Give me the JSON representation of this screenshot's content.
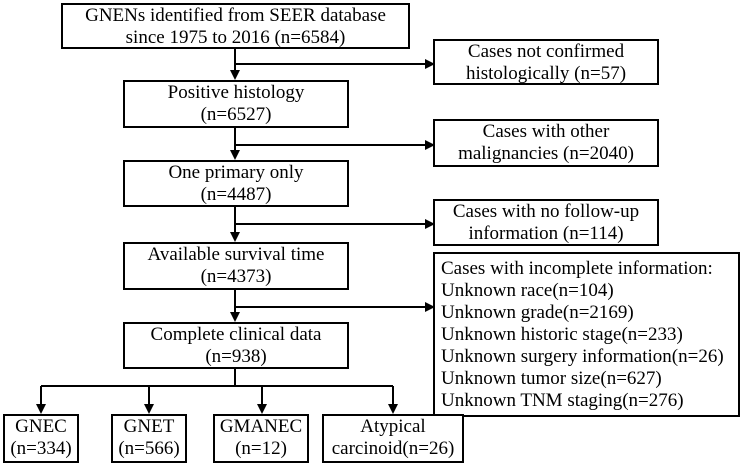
{
  "flowchart": {
    "main": [
      [
        "GNENs identified from SEER database",
        "since 1975 to 2016 (n=6584)"
      ],
      [
        "Positive histology",
        "(n=6527)"
      ],
      [
        "One primary only",
        "(n=4487)"
      ],
      [
        "Available survival time",
        "(n=4373)"
      ],
      [
        "Complete clinical data",
        "(n=938)"
      ]
    ],
    "excluded": [
      [
        "Cases not confirmed",
        "histologically (n=57)"
      ],
      [
        "Cases with other",
        "malignancies (n=2040)"
      ],
      [
        "Cases with no follow-up",
        "information (n=114)"
      ],
      [
        "Cases with incomplete information:",
        "Unknown race(n=104)",
        "Unknown grade(n=2169)",
        "Unknown historic stage(n=233)",
        "Unknown surgery information(n=26)",
        "Unknown tumor size(n=627)",
        "Unknown TNM staging(n=276)"
      ]
    ],
    "subgroups": [
      [
        "GNEC",
        "(n=334)"
      ],
      [
        "GNET",
        "(n=566)"
      ],
      [
        "GMANEC",
        "(n=12)"
      ],
      [
        "Atypical",
        "carcinoid(n=26)"
      ]
    ]
  }
}
